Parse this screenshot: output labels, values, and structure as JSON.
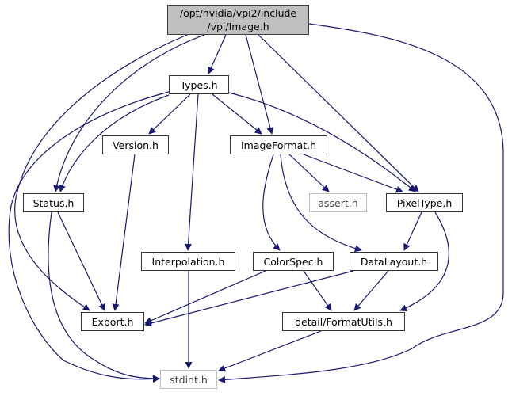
{
  "colors": {
    "edge": "#191970",
    "root_fill": "#bfbfbf",
    "external_border": "#c0c0c0"
  },
  "nodes": {
    "root": {
      "line1": "/opt/nvidia/vpi2/include",
      "line2": "/vpi/Image.h"
    },
    "types": "Types.h",
    "version": "Version.h",
    "imageformat": "ImageFormat.h",
    "status": "Status.h",
    "assert": "assert.h",
    "pixeltype": "PixelType.h",
    "interpolation": "Interpolation.h",
    "colorspec": "ColorSpec.h",
    "datalayout": "DataLayout.h",
    "export": "Export.h",
    "formatutils": "detail/FormatUtils.h",
    "stdint": "stdint.h"
  },
  "edges": [
    [
      "root",
      "types"
    ],
    [
      "root",
      "imageformat"
    ],
    [
      "root",
      "pixeltype"
    ],
    [
      "root",
      "status"
    ],
    [
      "root",
      "export"
    ],
    [
      "root",
      "stdint"
    ],
    [
      "types",
      "version"
    ],
    [
      "types",
      "imageformat"
    ],
    [
      "types",
      "pixeltype"
    ],
    [
      "types",
      "interpolation"
    ],
    [
      "types",
      "status"
    ],
    [
      "types",
      "stdint"
    ],
    [
      "version",
      "export"
    ],
    [
      "imageformat",
      "colorspec"
    ],
    [
      "imageformat",
      "datalayout"
    ],
    [
      "imageformat",
      "assert"
    ],
    [
      "imageformat",
      "pixeltype"
    ],
    [
      "status",
      "export"
    ],
    [
      "status",
      "stdint"
    ],
    [
      "pixeltype",
      "datalayout"
    ],
    [
      "pixeltype",
      "formatutils"
    ],
    [
      "interpolation",
      "stdint"
    ],
    [
      "colorspec",
      "export"
    ],
    [
      "colorspec",
      "formatutils"
    ],
    [
      "datalayout",
      "export"
    ],
    [
      "datalayout",
      "formatutils"
    ],
    [
      "formatutils",
      "stdint"
    ]
  ]
}
